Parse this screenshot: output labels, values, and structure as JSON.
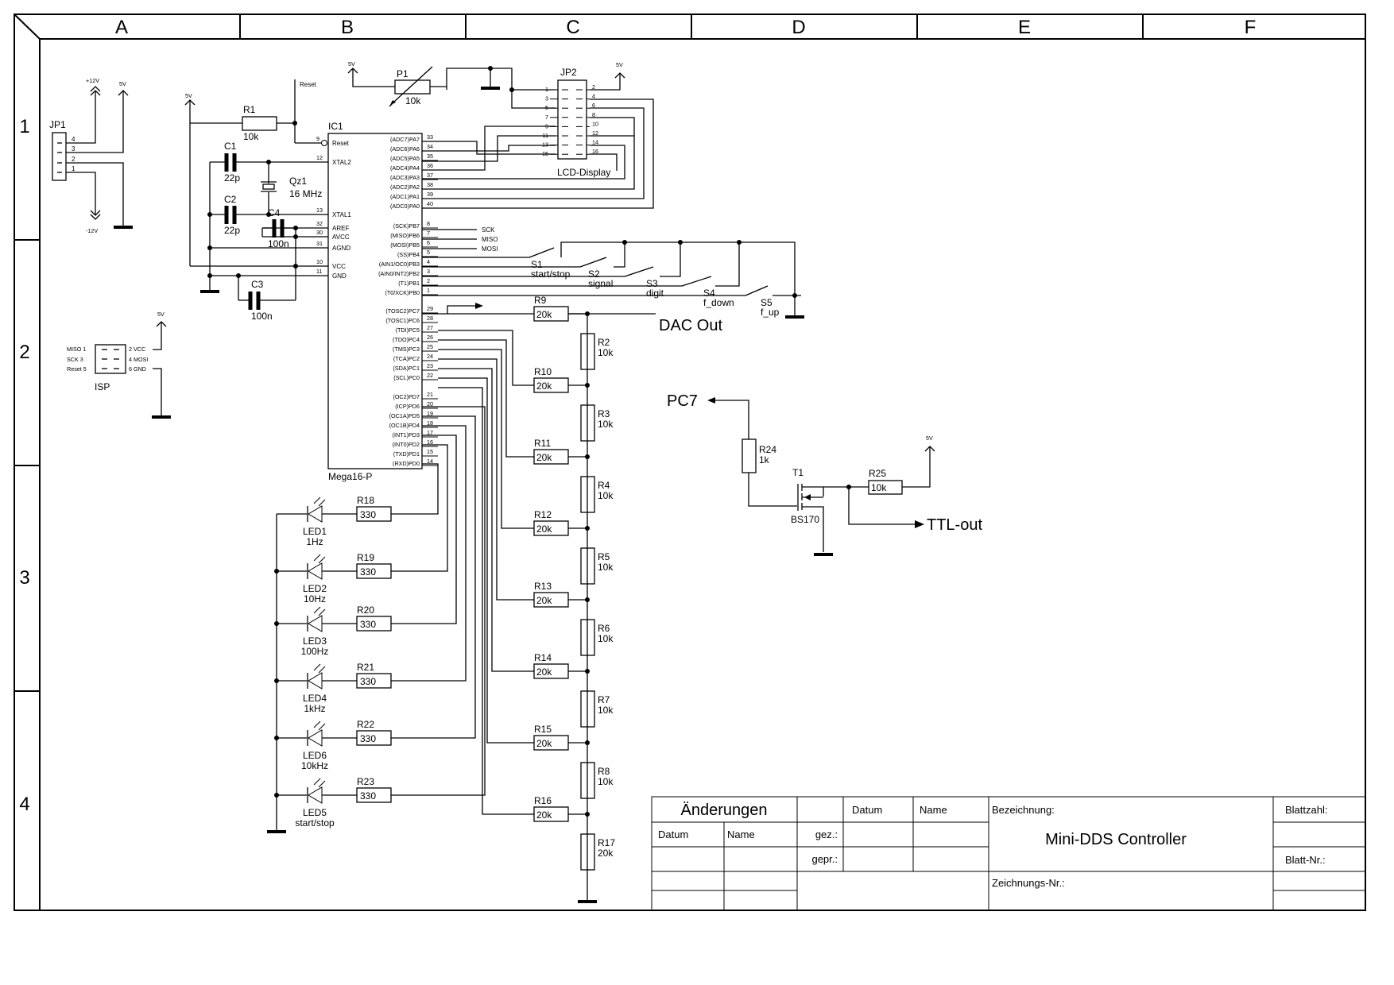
{
  "frame": {
    "columns": [
      "A",
      "B",
      "C",
      "D",
      "E",
      "F"
    ],
    "rows": [
      "1",
      "2",
      "3",
      "4"
    ]
  },
  "jp1": {
    "name": "JP1",
    "pins": [
      "4",
      "3",
      "2",
      "1"
    ],
    "supply_pos": "+12V",
    "supply_5v": "5V",
    "supply_neg": "-12V"
  },
  "isp": {
    "name": "ISP",
    "left": [
      "MISO 1",
      "SCK 3",
      "Reset 5"
    ],
    "right": [
      "2 VCC",
      "4 MOSI",
      "6 GND"
    ],
    "supply": "5V"
  },
  "power": {
    "v5": "5V",
    "reset": "Reset"
  },
  "r1": {
    "name": "R1",
    "value": "10k"
  },
  "c1": {
    "name": "C1",
    "value": "22p"
  },
  "c2": {
    "name": "C2",
    "value": "22p"
  },
  "c3": {
    "name": "C3",
    "value": "100n"
  },
  "c4": {
    "name": "C4",
    "value": "100n"
  },
  "qz1": {
    "name": "Qz1",
    "value": "16 MHz"
  },
  "p1": {
    "name": "P1",
    "value": "10k"
  },
  "jp2": {
    "name": "JP2",
    "label": "LCD-Display",
    "left_pins": [
      "1",
      "3",
      "5",
      "7",
      "9",
      "11",
      "13",
      "15"
    ],
    "right_pins": [
      "2",
      "4",
      "6",
      "8",
      "10",
      "12",
      "14",
      "16"
    ]
  },
  "ic1": {
    "name": "IC1",
    "part": "Mega16-P",
    "left_pins": [
      {
        "num": "9",
        "label": "Reset"
      },
      {
        "num": "12",
        "label": "XTAL2"
      },
      {
        "num": "13",
        "label": "XTAL1"
      },
      {
        "num": "32",
        "label": "AREF"
      },
      {
        "num": "30",
        "label": "AVCC"
      },
      {
        "num": "31",
        "label": "AGND"
      },
      {
        "num": "10",
        "label": "VCC"
      },
      {
        "num": "11",
        "label": "GND"
      }
    ],
    "right_pins": [
      {
        "num": "33",
        "label": "(ADC7)PA7"
      },
      {
        "num": "34",
        "label": "(ADC6)PA6"
      },
      {
        "num": "35",
        "label": "(ADC5)PA5"
      },
      {
        "num": "36",
        "label": "(ADC4)PA4"
      },
      {
        "num": "37",
        "label": "(ADC3)PA3"
      },
      {
        "num": "38",
        "label": "(ADC2)PA2"
      },
      {
        "num": "39",
        "label": "(ADC1)PA1"
      },
      {
        "num": "40",
        "label": "(ADC0)PA0"
      },
      {
        "num": "8",
        "label": "(SCK)PB7"
      },
      {
        "num": "7",
        "label": "(MISO)PB6"
      },
      {
        "num": "6",
        "label": "(MOSI)PB5"
      },
      {
        "num": "5",
        "label": "(SS)PB4"
      },
      {
        "num": "4",
        "label": "(AIN1/OC0)PB3"
      },
      {
        "num": "3",
        "label": "(AIN0/INT2)PB2"
      },
      {
        "num": "2",
        "label": "(T1)PB1"
      },
      {
        "num": "1",
        "label": "(T0/XCK)PB0"
      },
      {
        "num": "29",
        "label": "(TOSC2)PC7"
      },
      {
        "num": "28",
        "label": "(TOSC1)PC6"
      },
      {
        "num": "27",
        "label": "(TDI)PC5"
      },
      {
        "num": "26",
        "label": "(TDO)PC4"
      },
      {
        "num": "25",
        "label": "(TMS)PC3"
      },
      {
        "num": "24",
        "label": "(TCA)PC2"
      },
      {
        "num": "23",
        "label": "(SDA)PC1"
      },
      {
        "num": "22",
        "label": "(SCL)PC0"
      },
      {
        "num": "21",
        "label": "(OC2)PD7"
      },
      {
        "num": "20",
        "label": "(ICP)PD6"
      },
      {
        "num": "19",
        "label": "(OC1A)PD5"
      },
      {
        "num": "18",
        "label": "(OC1B)PD4"
      },
      {
        "num": "17",
        "label": "(INT1)PD3"
      },
      {
        "num": "16",
        "label": "(INT0)PD2"
      },
      {
        "num": "15",
        "label": "(TXD)PD1"
      },
      {
        "num": "14",
        "label": "(RXD)PD0"
      }
    ],
    "isp_signals": [
      "SCK",
      "MISO",
      "MOSI"
    ]
  },
  "switches": [
    {
      "name": "S1",
      "label": "start/stop"
    },
    {
      "name": "S2",
      "label": "signal"
    },
    {
      "name": "S3",
      "label": "digit"
    },
    {
      "name": "S4",
      "label": "f_down"
    },
    {
      "name": "S5",
      "label": "f_up"
    }
  ],
  "ladder": {
    "output": "DAC Out",
    "series": [
      {
        "name": "R9",
        "value": "20k"
      },
      {
        "name": "R10",
        "value": "20k"
      },
      {
        "name": "R11",
        "value": "20k"
      },
      {
        "name": "R12",
        "value": "20k"
      },
      {
        "name": "R13",
        "value": "20k"
      },
      {
        "name": "R14",
        "value": "20k"
      },
      {
        "name": "R15",
        "value": "20k"
      },
      {
        "name": "R16",
        "value": "20k"
      }
    ],
    "rungs": [
      {
        "name": "R2",
        "value": "10k"
      },
      {
        "name": "R3",
        "value": "10k"
      },
      {
        "name": "R4",
        "value": "10k"
      },
      {
        "name": "R5",
        "value": "10k"
      },
      {
        "name": "R6",
        "value": "10k"
      },
      {
        "name": "R7",
        "value": "10k"
      },
      {
        "name": "R8",
        "value": "10k"
      },
      {
        "name": "R17",
        "value": "20k"
      }
    ]
  },
  "leds": [
    {
      "name": "LED1",
      "label": "1Hz",
      "res": "R18",
      "value": "330"
    },
    {
      "name": "LED2",
      "label": "10Hz",
      "res": "R19",
      "value": "330"
    },
    {
      "name": "LED3",
      "label": "100Hz",
      "res": "R20",
      "value": "330"
    },
    {
      "name": "LED4",
      "label": "1kHz",
      "res": "R21",
      "value": "330"
    },
    {
      "name": "LED6",
      "label": "10kHz",
      "res": "R22",
      "value": "330"
    },
    {
      "name": "LED5",
      "label": "start/stop",
      "res": "R23",
      "value": "330"
    }
  ],
  "ttl": {
    "input": "PC7",
    "output": "TTL-out",
    "r24": {
      "name": "R24",
      "value": "1k"
    },
    "r25": {
      "name": "R25",
      "value": "10k"
    },
    "t1": {
      "name": "T1",
      "part": "BS170"
    },
    "supply": "5V"
  },
  "title_block": {
    "changes": "Änderungen",
    "datum": "Datum",
    "name": "Name",
    "gez": "gez.:",
    "gepr": "gepr.:",
    "bezeichnung": "Bezeichnung:",
    "title": "Mini-DDS Controller",
    "zeichnungs_nr": "Zeichnungs-Nr.:",
    "blattzahl": "Blattzahl:",
    "blatt_nr": "Blatt-Nr.:"
  }
}
